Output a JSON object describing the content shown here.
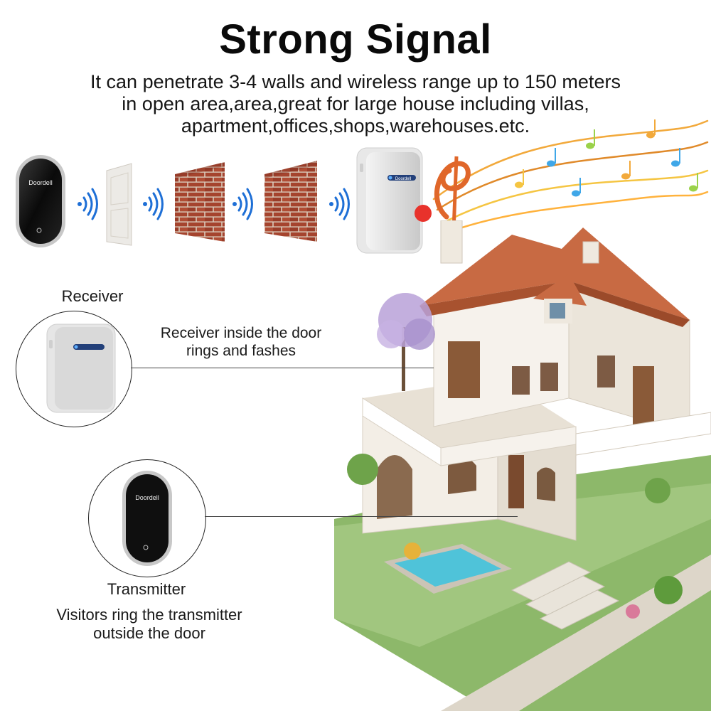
{
  "header": {
    "title": "Strong Signal",
    "description_lines": [
      "It can penetrate 3-4 walls and wireless range up to 150 meters",
      "in open area,area,great for large house including villas,",
      "apartment,offices,shops,warehouses.etc."
    ]
  },
  "devices": {
    "brand": "Doordell",
    "receiver_brand": "Doordell"
  },
  "receiver": {
    "title": "Receiver",
    "description_lines": [
      "Receiver inside the door",
      "rings and fashes"
    ]
  },
  "transmitter": {
    "title": "Transmitter",
    "description_lines": [
      "Visitors ring the transmitter",
      "outside the door"
    ]
  },
  "icons": [
    "signal-wave-icon",
    "music-note-icon",
    "treble-clef-icon"
  ],
  "colors": {
    "wave": "#1e6fd6",
    "brick": "#a5442e",
    "roof": "#c86a43"
  }
}
